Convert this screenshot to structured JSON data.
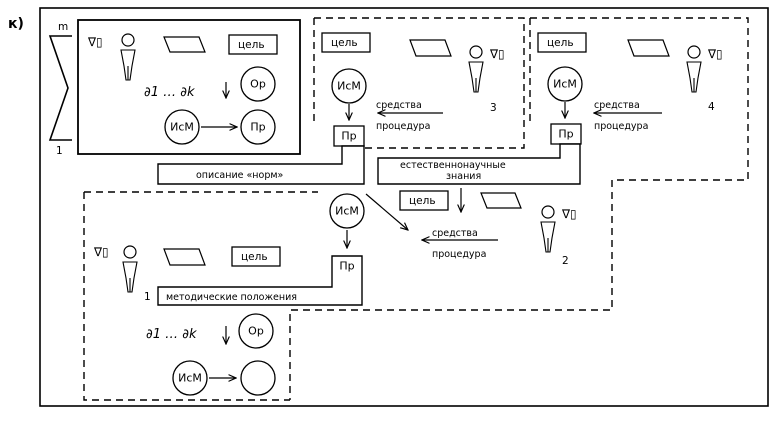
{
  "figure_label": "к)",
  "sum": {
    "upper": "m",
    "lower": "1"
  },
  "goal_label": "цель",
  "means_label": "средства",
  "procedure_label": "процедура",
  "pr_label": "Пр",
  "op_label": "Ор",
  "ism_label": "ИсМ",
  "actor_glyph": "∇▯",
  "derivs": "∂1 … ∂k",
  "actor_numbers": {
    "a1": "1",
    "a2": "2",
    "a3": "3",
    "a4": "4"
  },
  "bars": {
    "norms": "описание «норм»",
    "science": "естественнонаучные знания",
    "method": "методические положения"
  },
  "colors": {
    "stroke": "#000000",
    "background": "#ffffff"
  }
}
